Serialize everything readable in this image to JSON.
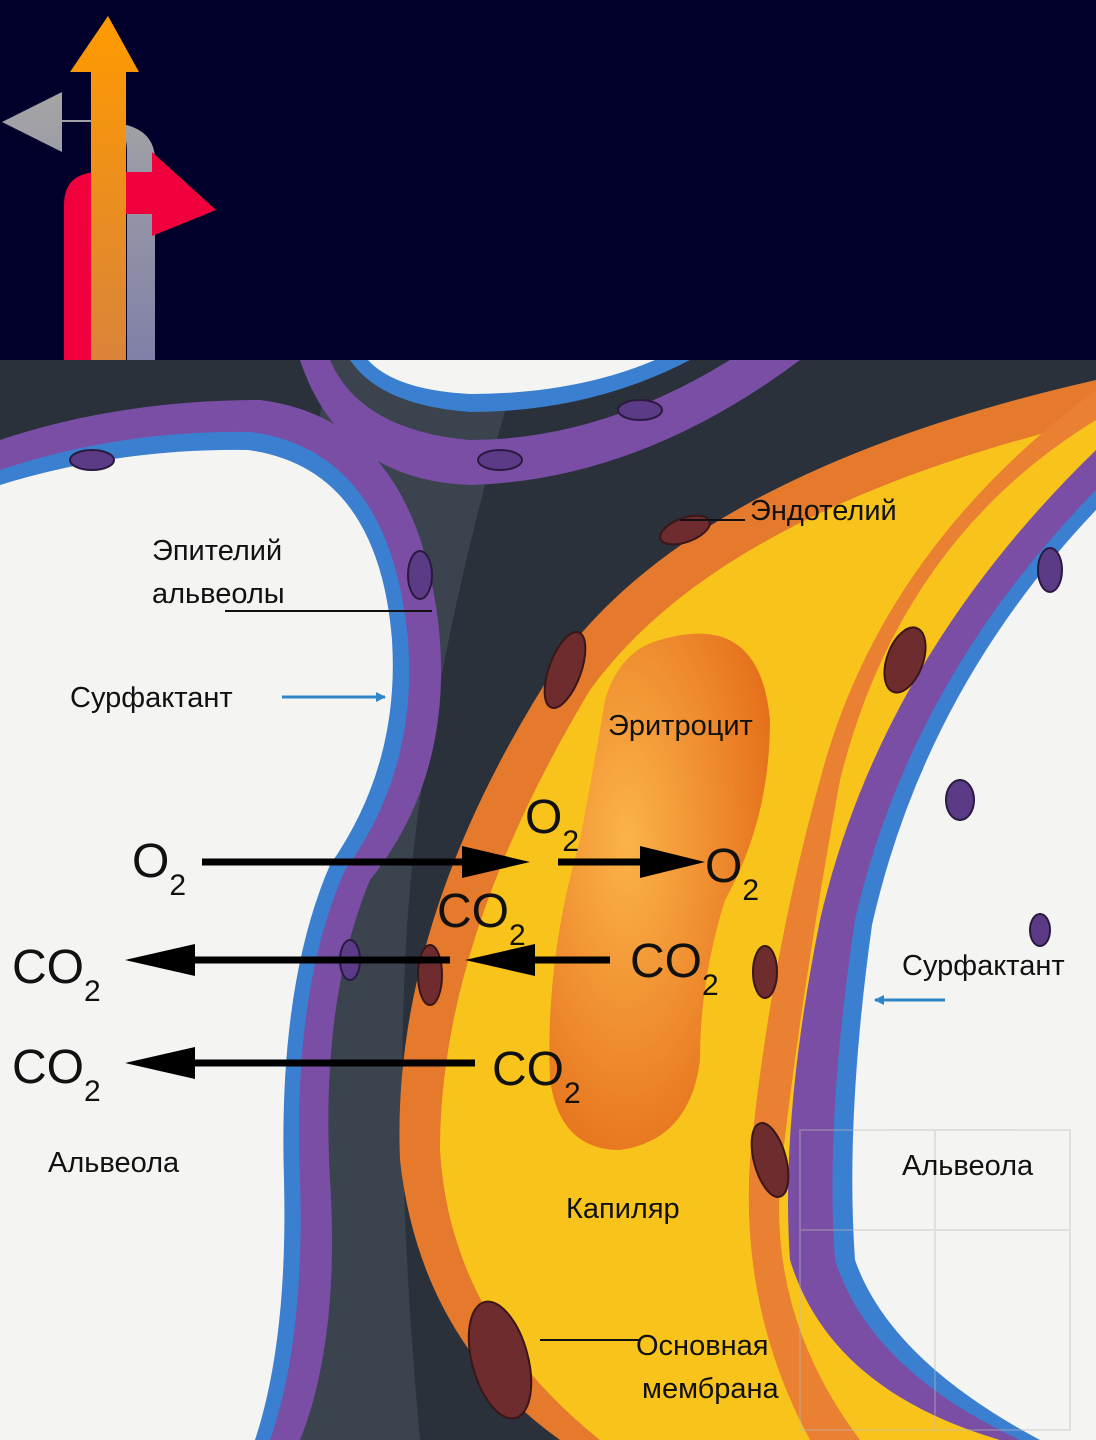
{
  "colors": {
    "header_bg": "#00002a",
    "arrow_orange": "#f59a12",
    "arrow_red": "#f0003c",
    "arrow_gray": "#9a9a9a",
    "alveola": "#ffffff",
    "epithelium": "#7a4fa3",
    "surfactant": "#3c7fcf",
    "interstitium": "#2e3640",
    "endothelium": "#e97a2e",
    "plasma": "#f7c21a",
    "erythrocyte": "#f09a2a"
  },
  "icons": {
    "logo": "three-direction-arrows-icon",
    "watermark": "book-initial-watermark"
  },
  "labels": {
    "endothelium": "Эндотелий",
    "alveolar_epithelium_line1": "Эпителий",
    "alveolar_epithelium_line2": "альвеолы",
    "surfactant_left": "Сурфактант",
    "surfactant_right": "Сурфактант",
    "erythrocyte": "Эритроцит",
    "alveola_left": "Альвеола",
    "alveola_right": "Альвеола",
    "capillary": "Капиляр",
    "basement_membrane_line1": "Основная",
    "basement_membrane_line2": "мембрана"
  },
  "gases": {
    "o2_main": "O",
    "o2_sub": "2",
    "co2_main": "CO",
    "co2_sub": "2"
  }
}
